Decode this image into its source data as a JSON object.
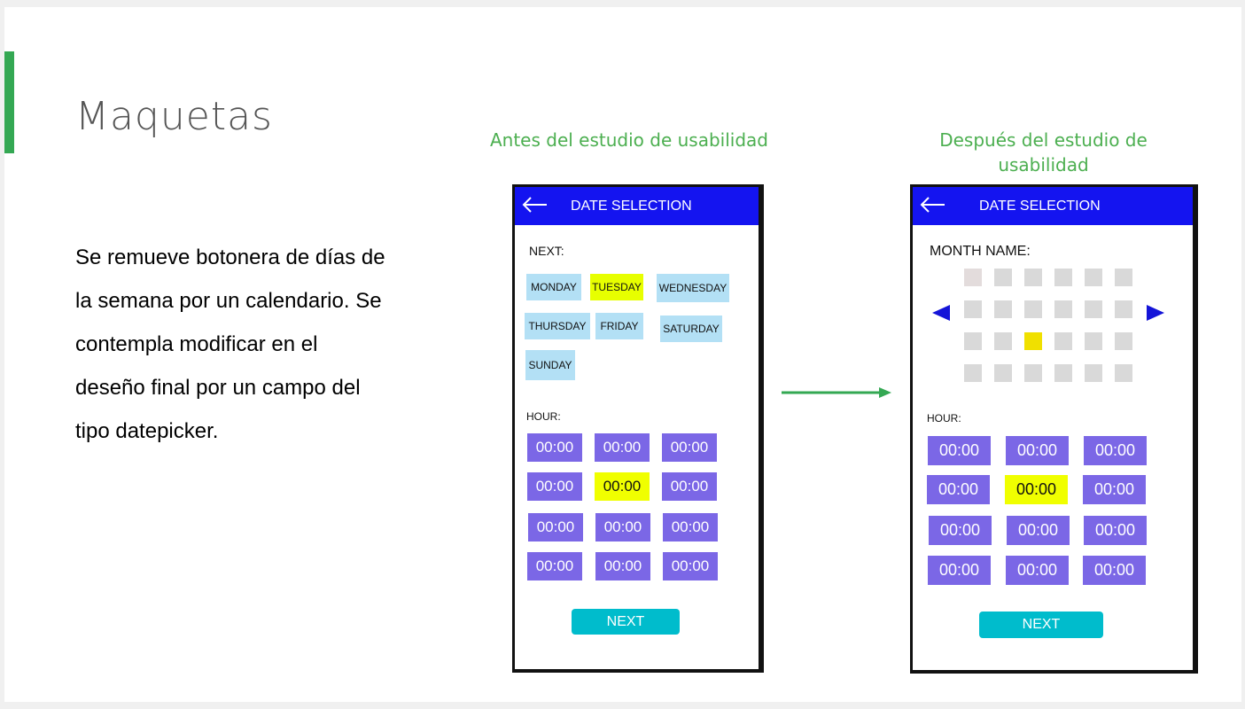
{
  "slide": {
    "title": "Maquetas",
    "body": "Se remueve botonera de días de la semana por un calendario. Se contempla modificar en el deseño final por un campo del tipo datepicker.",
    "caption_before": "Antes del estudio de usabilidad",
    "caption_after": "Después del estudio de usabilidad",
    "accent_color": "#34a853"
  },
  "mockup_before": {
    "appbar_title": "DATE SELECTION",
    "next_label": "NEXT:",
    "days": [
      "MONDAY",
      "TUESDAY",
      "WEDNESDAY",
      "THURSDAY",
      "FRIDAY",
      "SATURDAY",
      "SUNDAY"
    ],
    "selected_day": "TUESDAY",
    "hour_label": "HOUR:",
    "hours": [
      "00:00",
      "00:00",
      "00:00",
      "00:00",
      "00:00",
      "00:00",
      "00:00",
      "00:00",
      "00:00",
      "00:00",
      "00:00",
      "00:00"
    ],
    "button": "NEXT",
    "appbar_color": "#1414f0",
    "day_color": "#b3e0f5",
    "selected_color": "#e7ff00",
    "hour_color": "#7b67e6",
    "button_color": "#00bccc"
  },
  "mockup_after": {
    "appbar_title": "DATE SELECTION",
    "month_label": "MONTH NAME:",
    "hour_label": "HOUR:",
    "hours": [
      "00:00",
      "00:00",
      "00:00",
      "00:00",
      "00:00",
      "00:00",
      "00:00",
      "00:00",
      "00:00",
      "00:00",
      "00:00",
      "00:00"
    ],
    "button": "NEXT",
    "calendar_rows": 4,
    "calendar_cols": 6,
    "selected_cell": "row 3, col 3",
    "cell_color": "#d9d9d9",
    "selected_cell_color": "#f0e000",
    "nav_icons": [
      "prev-month-icon",
      "next-month-icon"
    ]
  }
}
